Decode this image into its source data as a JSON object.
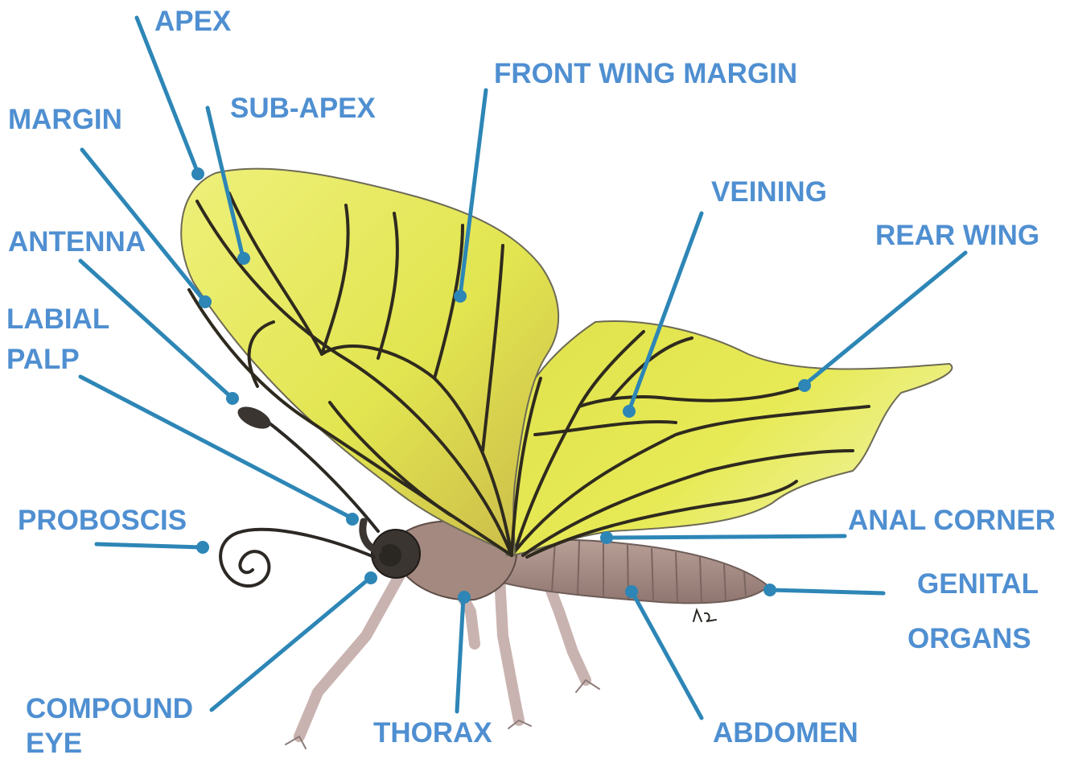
{
  "labels": {
    "apex": "APEX",
    "sub_apex": "SUB-APEX",
    "front_wing_margin": "FRONT WING MARGIN",
    "margin": "MARGIN",
    "veining": "VEINING",
    "rear_wing": "REAR WING",
    "antenna": "ANTENNA",
    "labial_palp_line1": "LABIAL",
    "labial_palp_line2": "PALP",
    "proboscis": "PROBOSCIS",
    "anal_corner": "ANAL CORNER",
    "genital_organs_line1": "GENITAL",
    "genital_organs_line2": "ORGANS",
    "compound_eye_line1": "COMPOUND",
    "compound_eye_line2": "EYE",
    "thorax": "THORAX",
    "abdomen": "ABDOMEN"
  },
  "colors": {
    "label_text": "#4f8fd1",
    "leader_line": "#2d86b6",
    "wing_fill": "#e6ea5a",
    "wing_vein": "#2f2a1e",
    "body": "#a88f88"
  }
}
